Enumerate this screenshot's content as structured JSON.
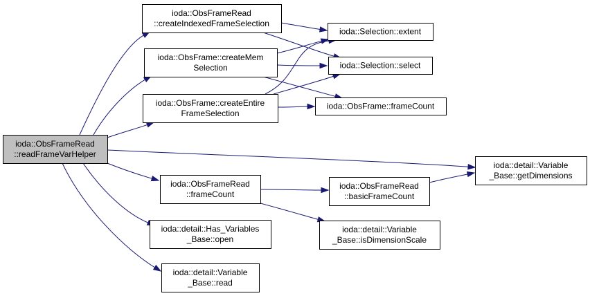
{
  "graph": {
    "colors": {
      "edge": "#191970",
      "node_fill": "#ffffff",
      "root_fill": "#bfbfbf",
      "border": "#000000"
    },
    "nodes": [
      {
        "id": "readFrameVarHelper",
        "lines": [
          "ioda::ObsFrameRead",
          "::readFrameVarHelper"
        ],
        "root": true
      },
      {
        "id": "createIndexedFrameSelection",
        "lines": [
          "ioda::ObsFrameRead",
          "::createIndexedFrameSelection"
        ]
      },
      {
        "id": "createMemSelection",
        "lines": [
          "ioda::ObsFrame::createMem",
          "Selection"
        ]
      },
      {
        "id": "createEntireFrameSelection",
        "lines": [
          "ioda::ObsFrame::createEntire",
          "FrameSelection"
        ]
      },
      {
        "id": "frameCountRead",
        "lines": [
          "ioda::ObsFrameRead",
          "::frameCount"
        ]
      },
      {
        "id": "hasVariablesOpen",
        "lines": [
          "ioda::detail::Has_Variables",
          "_Base::open"
        ]
      },
      {
        "id": "variableRead",
        "lines": [
          "ioda::detail::Variable",
          "_Base::read"
        ]
      },
      {
        "id": "selectionExtent",
        "lines": [
          "ioda::Selection::extent"
        ]
      },
      {
        "id": "selectionSelect",
        "lines": [
          "ioda::Selection::select"
        ]
      },
      {
        "id": "obsFrameFrameCount",
        "lines": [
          "ioda::ObsFrame::frameCount"
        ]
      },
      {
        "id": "basicFrameCount",
        "lines": [
          "ioda::ObsFrameRead",
          "::basicFrameCount"
        ]
      },
      {
        "id": "isDimensionScale",
        "lines": [
          "ioda::detail::Variable",
          "_Base::isDimensionScale"
        ]
      },
      {
        "id": "getDimensions",
        "lines": [
          "ioda::detail::Variable",
          "_Base::getDimensions"
        ]
      }
    ],
    "edges": [
      {
        "from": "readFrameVarHelper",
        "to": "createIndexedFrameSelection"
      },
      {
        "from": "readFrameVarHelper",
        "to": "createMemSelection"
      },
      {
        "from": "readFrameVarHelper",
        "to": "createEntireFrameSelection"
      },
      {
        "from": "readFrameVarHelper",
        "to": "getDimensions"
      },
      {
        "from": "readFrameVarHelper",
        "to": "frameCountRead"
      },
      {
        "from": "readFrameVarHelper",
        "to": "hasVariablesOpen"
      },
      {
        "from": "readFrameVarHelper",
        "to": "variableRead"
      },
      {
        "from": "createIndexedFrameSelection",
        "to": "selectionExtent"
      },
      {
        "from": "createIndexedFrameSelection",
        "to": "selectionSelect"
      },
      {
        "from": "createMemSelection",
        "to": "selectionExtent"
      },
      {
        "from": "createMemSelection",
        "to": "selectionSelect"
      },
      {
        "from": "createMemSelection",
        "to": "obsFrameFrameCount"
      },
      {
        "from": "createEntireFrameSelection",
        "to": "selectionExtent"
      },
      {
        "from": "createEntireFrameSelection",
        "to": "selectionSelect"
      },
      {
        "from": "createEntireFrameSelection",
        "to": "obsFrameFrameCount"
      },
      {
        "from": "frameCountRead",
        "to": "basicFrameCount"
      },
      {
        "from": "frameCountRead",
        "to": "isDimensionScale"
      },
      {
        "from": "basicFrameCount",
        "to": "getDimensions"
      }
    ]
  }
}
